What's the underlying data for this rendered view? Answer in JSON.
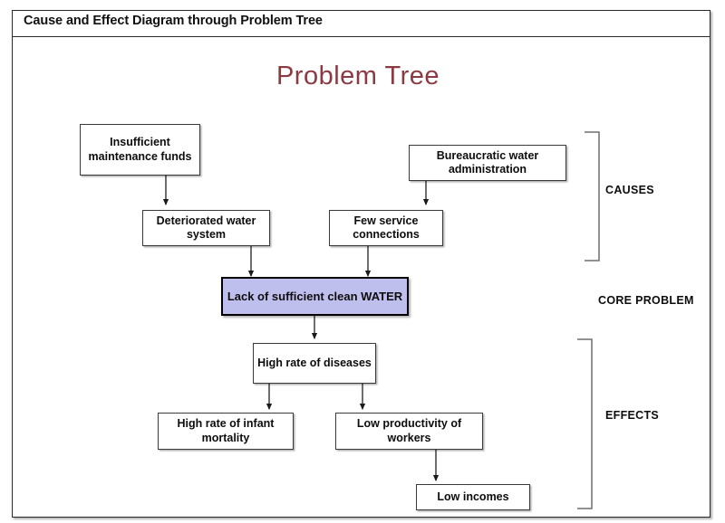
{
  "document": {
    "header_title": "Cause and Effect Diagram through Problem Tree"
  },
  "diagram": {
    "title": "Problem Tree",
    "title_color": "#8c3a42",
    "core_fill_color": "#bfbfee",
    "nodes": [
      {
        "id": "insufficient-maintenance-funds",
        "label": "Insufficient maintenance funds",
        "tier": "cause"
      },
      {
        "id": "bureaucratic-water-administration",
        "label": "Bureaucratic water administration",
        "tier": "cause"
      },
      {
        "id": "deteriorated-water-system",
        "label": "Deteriorated water system",
        "tier": "cause"
      },
      {
        "id": "few-service-connections",
        "label": "Few service connections",
        "tier": "cause"
      },
      {
        "id": "lack-of-sufficient-clean-water",
        "label": "Lack of sufficient clean WATER",
        "tier": "core"
      },
      {
        "id": "high-rate-of-diseases",
        "label": "High rate of diseases",
        "tier": "effect"
      },
      {
        "id": "high-rate-of-infant-mortality",
        "label": "High rate of infant mortality",
        "tier": "effect"
      },
      {
        "id": "low-productivity-of-workers",
        "label": "Low productivity of workers",
        "tier": "effect"
      },
      {
        "id": "low-incomes",
        "label": "Low incomes",
        "tier": "effect"
      }
    ],
    "edges": [
      {
        "from": "insufficient-maintenance-funds",
        "to": "deteriorated-water-system"
      },
      {
        "from": "bureaucratic-water-administration",
        "to": "few-service-connections"
      },
      {
        "from": "deteriorated-water-system",
        "to": "lack-of-sufficient-clean-water"
      },
      {
        "from": "few-service-connections",
        "to": "lack-of-sufficient-clean-water"
      },
      {
        "from": "lack-of-sufficient-clean-water",
        "to": "high-rate-of-diseases"
      },
      {
        "from": "high-rate-of-diseases",
        "to": "high-rate-of-infant-mortality"
      },
      {
        "from": "high-rate-of-diseases",
        "to": "low-productivity-of-workers"
      },
      {
        "from": "low-productivity-of-workers",
        "to": "low-incomes"
      }
    ],
    "side_labels": [
      {
        "id": "causes",
        "label": "CAUSES"
      },
      {
        "id": "core-problem",
        "label": "CORE PROBLEM"
      },
      {
        "id": "effects",
        "label": "EFFECTS"
      }
    ]
  }
}
